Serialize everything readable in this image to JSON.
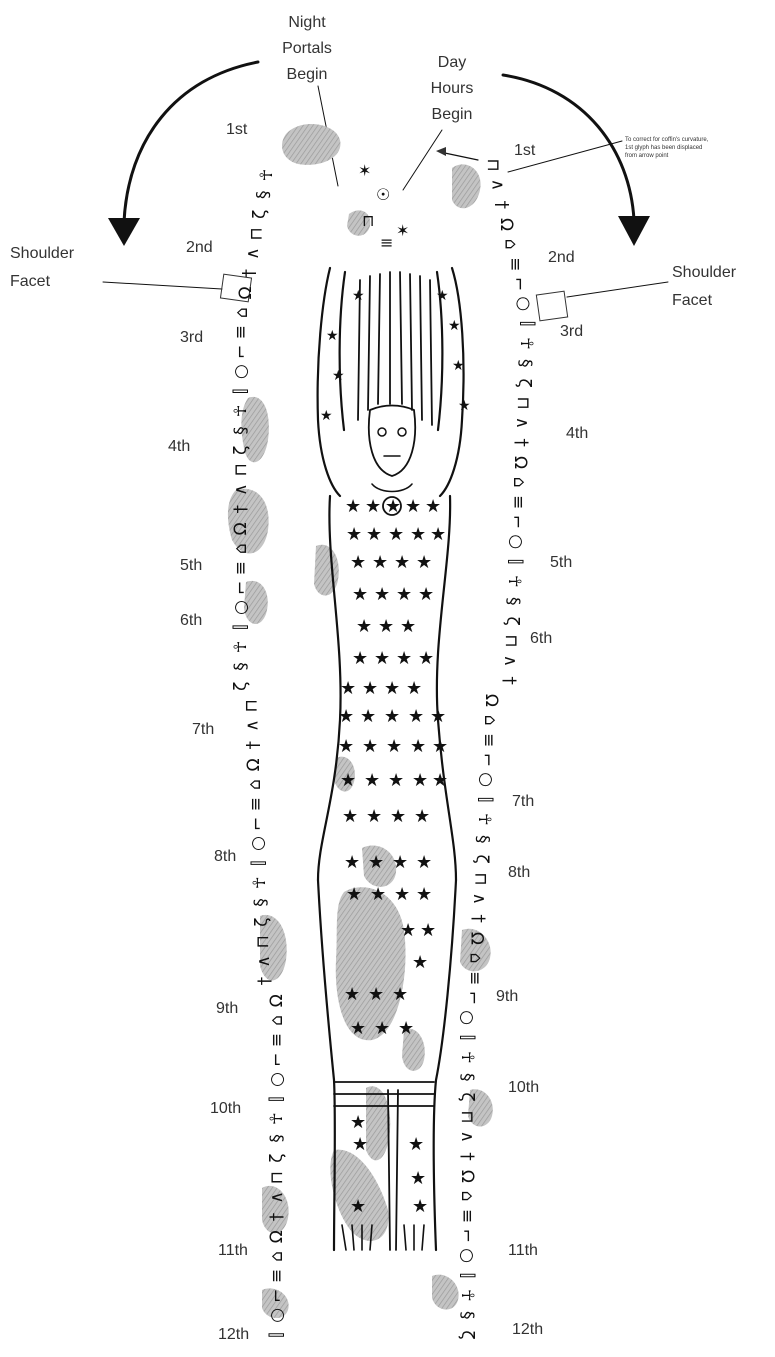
{
  "labels": {
    "night_portals": [
      "Night",
      "Portals",
      "Begin"
    ],
    "day_hours": [
      "Day",
      "Hours",
      "Begin"
    ],
    "shoulder_facet_left": [
      "Shoulder",
      "Facet"
    ],
    "shoulder_facet_right": [
      "Shoulder",
      "Facet"
    ],
    "note": [
      "To correct for coffin's curvature,",
      "1st glyph has been displaced",
      "from arrow point"
    ]
  },
  "left_hours": [
    "1st",
    "2nd",
    "3rd",
    "4th",
    "5th",
    "6th",
    "7th",
    "8th",
    "9th",
    "10th",
    "11th",
    "12th"
  ],
  "right_hours": [
    "1st",
    "2nd",
    "3rd",
    "4th",
    "5th",
    "6th",
    "7th",
    "8th",
    "9th",
    "10th",
    "11th",
    "12th"
  ],
  "colors": {
    "ink": "#111111",
    "damage": "#b0b0b0",
    "text": "#333333"
  }
}
